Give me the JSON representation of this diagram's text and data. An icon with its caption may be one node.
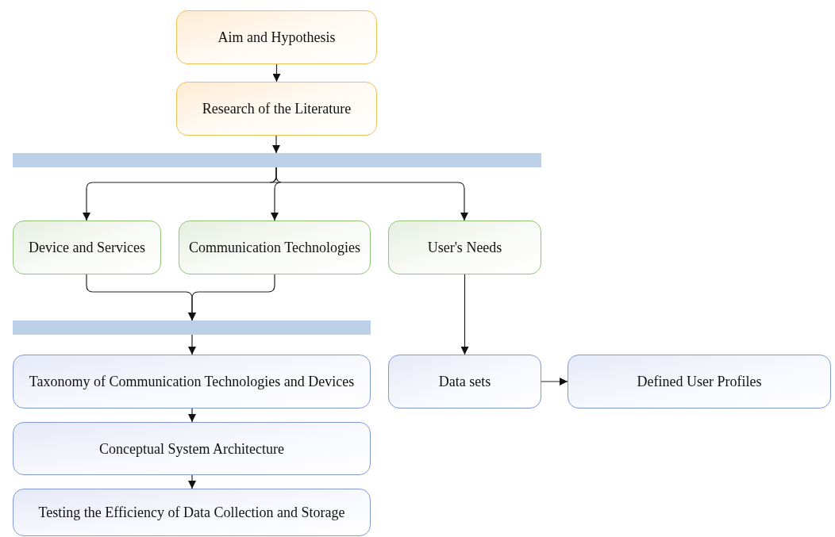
{
  "diagram": {
    "nodes": [
      {
        "text": [
          "Aim and Hypothesis"
        ]
      },
      {
        "text": [
          "Research of the Literature"
        ]
      },
      {
        "text": [],
        "shape": "bar"
      },
      {
        "text": [
          "Device and Services"
        ]
      },
      {
        "text": [
          "Communication Technologies"
        ]
      },
      {
        "text": [
          "User's Needs"
        ]
      },
      {
        "text": [],
        "shape": "bar"
      },
      {
        "text": [
          "Taxonomy of Communication Technologies and Devices"
        ]
      },
      {
        "text": [
          "Conceptual System Architecture"
        ]
      },
      {
        "text": [
          "Testing the Efficiency of Data Collection and Storage"
        ]
      },
      {
        "text": [
          "Data sets"
        ]
      },
      {
        "text": [
          "Defined User Profiles"
        ]
      }
    ],
    "edges": [
      {
        "from": 0,
        "to": 1,
        "arrow": "to"
      },
      {
        "from": 1,
        "to": 2,
        "arrow": "to"
      },
      {
        "from": 2,
        "to": 3,
        "arrow": "to"
      },
      {
        "from": 2,
        "to": 4,
        "arrow": "to"
      },
      {
        "from": 2,
        "to": 5,
        "arrow": "to"
      },
      {
        "from": 3,
        "to": 6,
        "arrow": "to"
      },
      {
        "from": 4,
        "to": 6,
        "arrow": "to"
      },
      {
        "from": 6,
        "to": 7,
        "arrow": "to"
      },
      {
        "from": 7,
        "to": 8,
        "arrow": "to"
      },
      {
        "from": 8,
        "to": 9,
        "arrow": "to"
      },
      {
        "from": 5,
        "to": 10,
        "arrow": "to"
      },
      {
        "from": 10,
        "to": 11,
        "arrow": "to"
      }
    ]
  }
}
